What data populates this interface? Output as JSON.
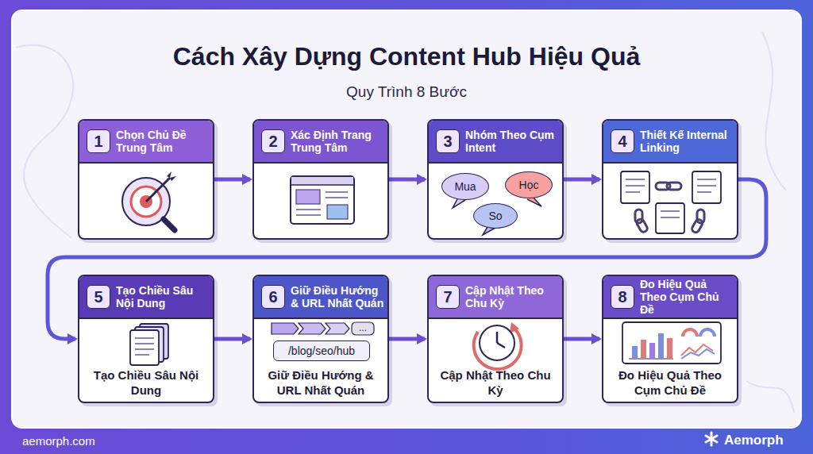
{
  "diagram": {
    "title": "Cách Xây Dựng Content Hub Hiệu Quả",
    "nodes": [
      {
        "text": [
          "Chọn Chủ Đề Trung Tâm"
        ]
      },
      {
        "text": [
          "1"
        ],
        "in": 0
      },
      {
        "text": [
          "Xác Định Trang Trung Tâm"
        ]
      },
      {
        "text": [
          "2"
        ],
        "in": 2
      },
      {
        "text": [
          "Nhóm Theo Cụm Intent"
        ]
      },
      {
        "text": [
          "3"
        ],
        "in": 4
      },
      {
        "text": [
          "Mua"
        ],
        "in": 4
      },
      {
        "text": [
          "Học"
        ],
        "in": 4
      },
      {
        "text": [
          "So"
        ],
        "in": 4
      },
      {
        "text": [
          "Thiết Kế Internal Linking"
        ]
      },
      {
        "text": [
          "4"
        ],
        "in": 9
      },
      {
        "text": [
          "Tạo Chiều Sâu Nội Dung",
          "Tạo Chiều Sâu Nội Dung"
        ]
      },
      {
        "text": [
          "5"
        ],
        "in": 11
      },
      {
        "text": [
          "Giữ Điều Hướng & URL Nhất Quán",
          "Giữ Điều Hướng & URL Nhất Quán"
        ]
      },
      {
        "text": [
          "6"
        ],
        "in": 13
      },
      {
        "text": [
          "/blog/seo/hub"
        ],
        "in": 13
      },
      {
        "text": [
          "Cập Nhật Theo Chu Kỳ",
          "Cập Nhật Theo Chu Kỳ"
        ]
      },
      {
        "text": [
          "7"
        ],
        "in": 16
      },
      {
        "text": [
          "Đo Hiệu Quả Theo Cụm Chủ Đề",
          "Đo Hiệu Quả Theo Cụm Chủ Đề"
        ]
      },
      {
        "text": [
          "8"
        ],
        "in": 18
      }
    ],
    "edges": [
      {
        "from": 0,
        "to": 2,
        "arrow": "to"
      },
      {
        "from": 2,
        "to": 4,
        "arrow": "to"
      },
      {
        "from": 4,
        "to": 9,
        "arrow": "to"
      },
      {
        "from": 9,
        "to": 11,
        "arrow": "to"
      },
      {
        "from": 11,
        "to": 13,
        "arrow": "to"
      },
      {
        "from": 13,
        "to": 16,
        "arrow": "to"
      },
      {
        "from": 16,
        "to": 18,
        "arrow": "to"
      }
    ],
    "labels": [
      "Quy Trình 8 Bước",
      "...",
      "aemorph.com",
      "Aemorph"
    ]
  }
}
